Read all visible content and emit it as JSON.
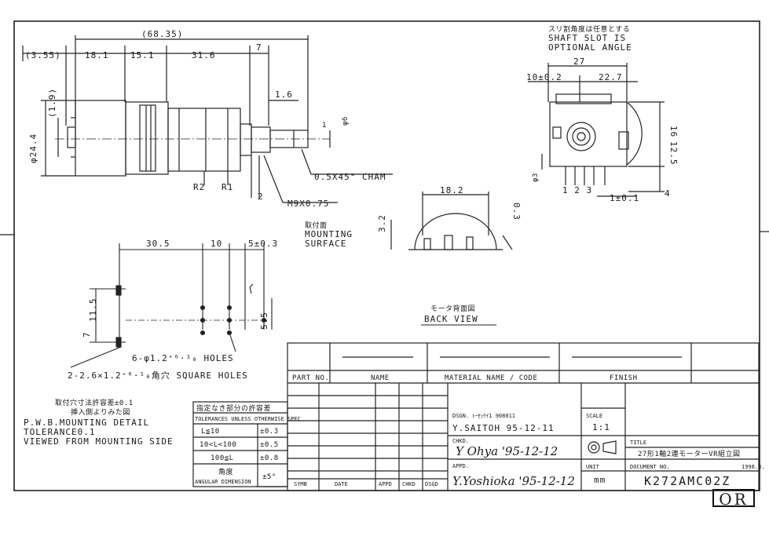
{
  "dims_top": {
    "overall": "(68.35)",
    "d1": "(3.55)",
    "d2": "18.1",
    "d3": "15.1",
    "d4": "31.6",
    "d5": "7",
    "d6": "1.6",
    "dia_shaft": "φ6",
    "dia_body": "φ24.4",
    "d_19": "(1.9)",
    "cham": "0.5X45° CHAM",
    "thread": "M9X0.75",
    "pin_r2": "R2",
    "pin_r1": "R1",
    "pin_2": "2",
    "mark_1": "1"
  },
  "shaft_slot": {
    "jp": "スリ割角度は任意とする",
    "line1": "SHAFT SLOT IS",
    "line2": "OPTIONAL ANGLE"
  },
  "side_dims": {
    "w27": "27",
    "d10": "10±0.2",
    "d227": "22.7",
    "h16": "16",
    "h125": "12.5",
    "dia3": "φ3",
    "pins": "1 2 3",
    "p1": "1±0.1",
    "h4": "4"
  },
  "back": {
    "w182": "18.2",
    "h32": "3.2",
    "h03": "0.3",
    "mount_jp": "取付面",
    "mount1": "MOUNTING",
    "mount2": "SURFACE",
    "view_jp": "モータ背面図",
    "view": "BACK VIEW"
  },
  "pwb": {
    "d305": "30.5",
    "d10": "10",
    "d5": "5±0.3",
    "v11": "11.5",
    "v7": "7",
    "v55": "5.5",
    "holes1": "6-φ1.2⁺⁰·¹₀ HOLES",
    "holes2": "2-2.6×1.2⁺⁰·¹₀角穴 SQUARE HOLES",
    "note_jp1": "取付穴寸法許容差±0.1",
    "note_jp2": "挿入側よりみた図",
    "note1": "P.W.B.MOUNTING DETAIL",
    "note2": "TOLERANCE0.1",
    "note3": "VIEWED FROM MOUNTING SIDE"
  },
  "tolerance": {
    "jp_title": "指定なき部分の許容差",
    "title": "TOLERANCES UNLESS OTHERWISE SPEC",
    "r1_range": "L≦10",
    "r1_val": "±0.3",
    "r2_range": "10<L<100",
    "r2_val": "±0.5",
    "r3_range": "100≦L",
    "r3_val": "±0.8",
    "ang_jp": "角度",
    "ang": "ANGULAR DIMENSION",
    "ang_val": "±5°"
  },
  "title_block": {
    "part_no": "PART NO.",
    "name": "NAME",
    "material": "MATERIAL NAME / CODE",
    "finish": "FINISH",
    "symb": "SYMB",
    "date": "DATE",
    "appd": "APPD",
    "chkd": "CHKD",
    "dsgd": "DSGD",
    "dsgn_label": "DSGN. ﾄｰｾｯｹｲ1 908011",
    "dsgn_name": "Y.SAITOH  95-12-11",
    "chkd_label": "CHKD.",
    "chkd_sig": "Y Ohya '95-12-12",
    "appd_label": "APPD.",
    "appd_sig": "Y.Yoshioka '95-12-12",
    "scale_label": "SCALE",
    "scale": "1:1",
    "unit_label": "UNIT",
    "unit": "mm",
    "title_label": "TITLE",
    "title": "27形1軸2連モーターVR組立図",
    "doc_label": "DOCUMENT NO.",
    "doc_no": "K272AMC02Z",
    "rev": "1998.3."
  },
  "stamp": "OR"
}
